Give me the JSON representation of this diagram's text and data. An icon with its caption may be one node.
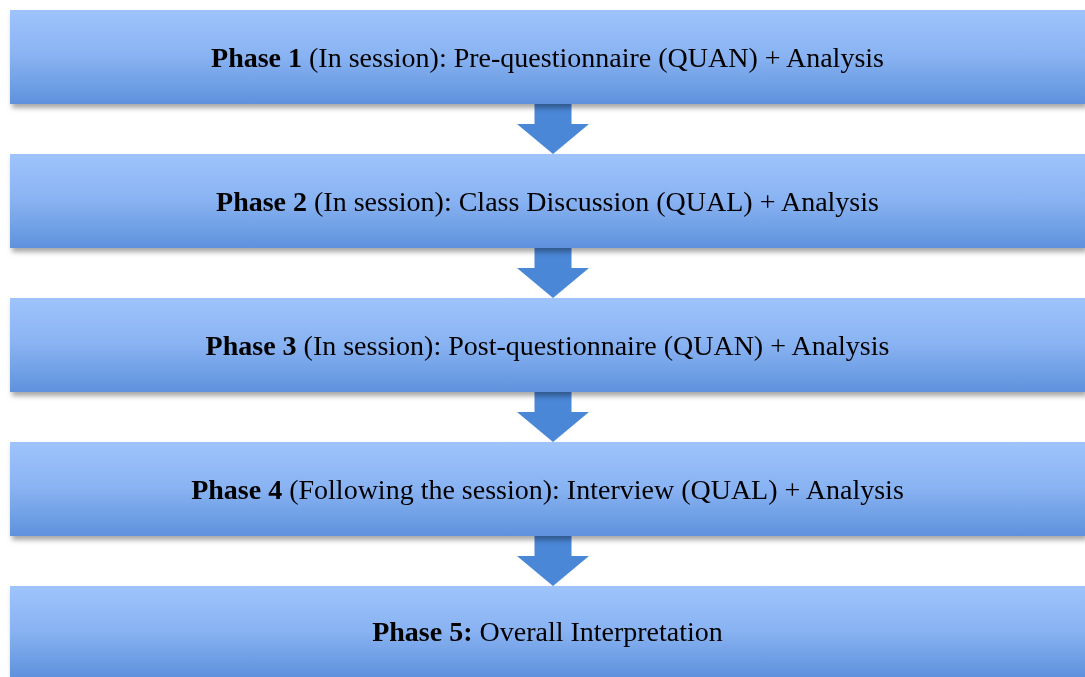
{
  "diagram": {
    "nodes": [
      {
        "text": [
          "**Phase 1** (In session): Pre-questionnaire (QUAN) + Analysis"
        ]
      },
      {
        "text": [
          "**Phase 2** (In session): Class Discussion (QUAL) + Analysis"
        ]
      },
      {
        "text": [
          "**Phase 3** (In session): Post-questionnaire (QUAN) + Analysis"
        ]
      },
      {
        "text": [
          "**Phase 4** (Following the session): Interview (QUAL) + Analysis"
        ]
      },
      {
        "text": [
          "**Phase 5:** Overall Interpretation"
        ]
      }
    ],
    "edges": [
      {
        "from": 0,
        "to": 1,
        "arrow": "to"
      },
      {
        "from": 1,
        "to": 2,
        "arrow": "to"
      },
      {
        "from": 2,
        "to": 3,
        "arrow": "to"
      },
      {
        "from": 3,
        "to": 4,
        "arrow": "to"
      }
    ]
  }
}
